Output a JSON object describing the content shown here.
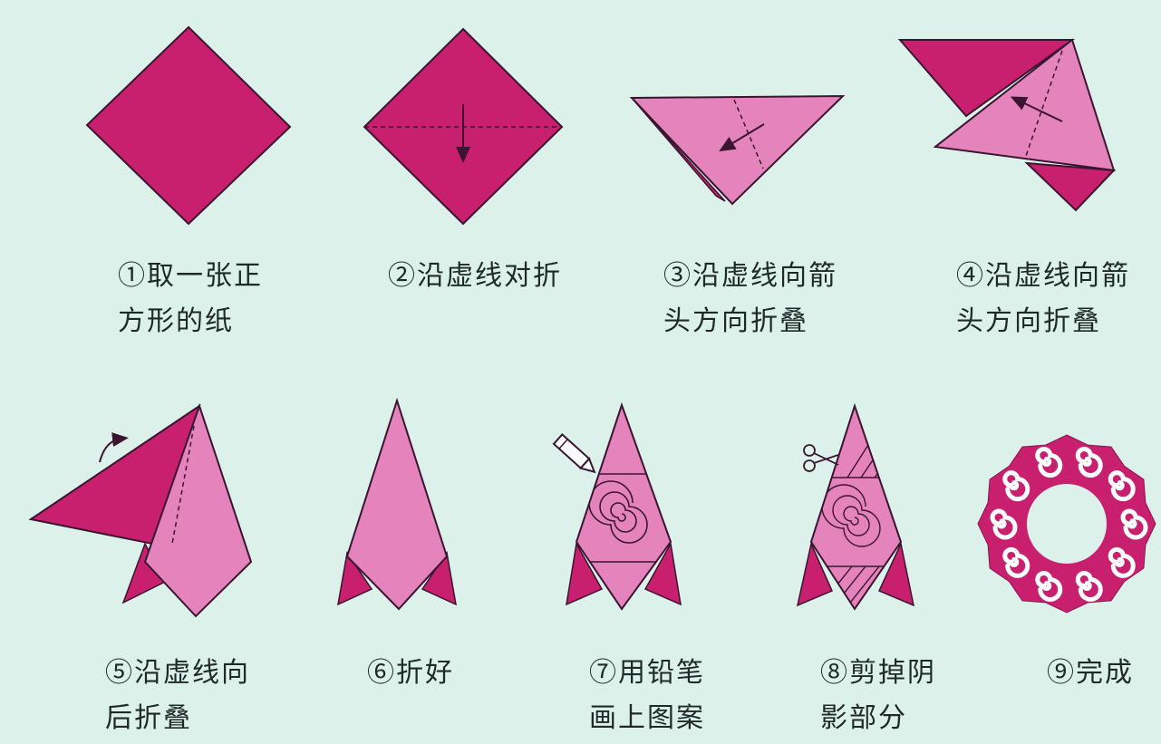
{
  "colors": {
    "background": "#dcf1e9",
    "paper_dark": "#c8206e",
    "paper_light": "#e583bd",
    "outline": "#3a1530",
    "text": "#1f2a28"
  },
  "steps": [
    {
      "line1": "①取一张正",
      "line2": "方形的纸"
    },
    {
      "line1": "②沿虚线对折",
      "line2": ""
    },
    {
      "line1": "③沿虚线向箭",
      "line2": "头方向折叠"
    },
    {
      "line1": "④沿虚线向箭",
      "line2": "头方向折叠"
    },
    {
      "line1": "⑤沿虚线向",
      "line2": "后折叠"
    },
    {
      "line1": "⑥折好",
      "line2": ""
    },
    {
      "line1": "⑦用铅笔",
      "line2": "画上图案"
    },
    {
      "line1": "⑧剪掉阴",
      "line2": "影部分"
    },
    {
      "line1": "⑨完成",
      "line2": ""
    }
  ],
  "icons": [
    "pencil-icon",
    "scissors-icon",
    "rotate-arrow-icon"
  ]
}
